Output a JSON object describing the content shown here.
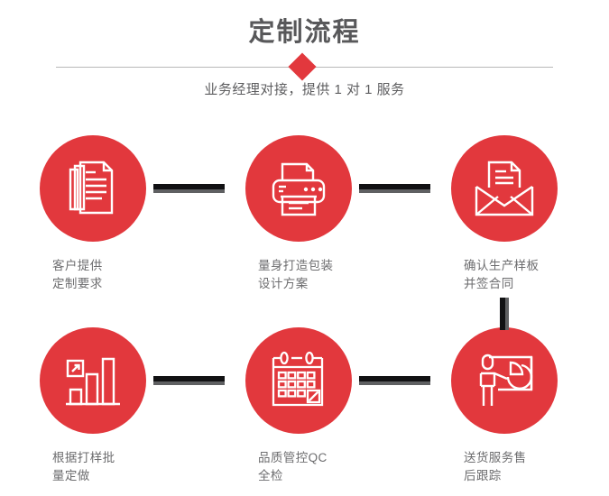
{
  "header": {
    "title": "定制流程",
    "subtitle": "业务经理对接，提供 1 对 1 服务",
    "diamond_icon": "diamond-marker-icon"
  },
  "theme": {
    "accent": "#e2383d",
    "title_color": "#58585a",
    "label_color": "#6d6d6f",
    "connector_dark": "#111113",
    "connector_light": "#5f6062",
    "divider_color": "#b9b9b9",
    "background": "#ffffff"
  },
  "steps": [
    {
      "index": 1,
      "icon": "documents-stack-icon",
      "label": "客户提供\n定制要求"
    },
    {
      "index": 2,
      "icon": "printer-icon",
      "label": "量身打造包装\n设计方案"
    },
    {
      "index": 3,
      "icon": "envelope-document-icon",
      "label": "确认生产样板\n并签合同"
    },
    {
      "index": 4,
      "icon": "bar-chart-growth-icon",
      "label": "根据打样批\n量定做"
    },
    {
      "index": 5,
      "icon": "calendar-icon",
      "label": "品质管控QC\n全检"
    },
    {
      "index": 6,
      "icon": "presenter-piechart-icon",
      "label": "送货服务售\n后跟踪"
    }
  ],
  "connectors": [
    {
      "name": "connector-step1-step2",
      "orientation": "horizontal"
    },
    {
      "name": "connector-step2-step3",
      "orientation": "horizontal"
    },
    {
      "name": "connector-step3-step6",
      "orientation": "vertical"
    },
    {
      "name": "connector-step4-step5",
      "orientation": "horizontal"
    },
    {
      "name": "connector-step5-step6",
      "orientation": "horizontal"
    }
  ]
}
